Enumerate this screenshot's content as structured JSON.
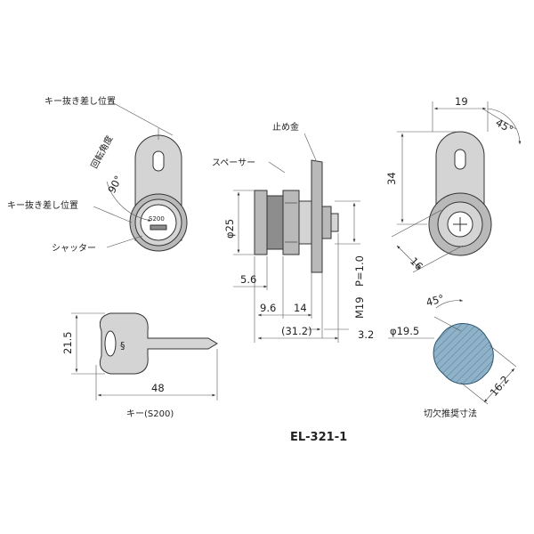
{
  "labels": {
    "key_insert_position_top": "キー抜き差し位置",
    "key_insert_position_left": "キー抜き差し位置",
    "rotation_angle": "回転角度",
    "rotation_value": "90°",
    "shutter": "シャッター",
    "stop_plate": "止め金",
    "spacer": "スペーサー",
    "key_caption": "キー(S200)",
    "cutout_caption": "切欠推奨寸法",
    "model": "EL-321-1",
    "key_code": "S200"
  },
  "dimensions": {
    "diameter_25": "φ25",
    "thread": "M19　P=1.0",
    "d_5_6": "5.6",
    "d_9_6": "9.6",
    "d_14": "14",
    "d_31_2": "(31.2)",
    "d_3_2": "3.2",
    "key_height": "21.5",
    "key_length": "48",
    "d_19": "19",
    "angle_45_top": "45°",
    "d_34": "34",
    "d_16": "16",
    "angle_45_cut": "45°",
    "diameter_19_5": "φ19.5",
    "d_16_2": "16.2"
  }
}
